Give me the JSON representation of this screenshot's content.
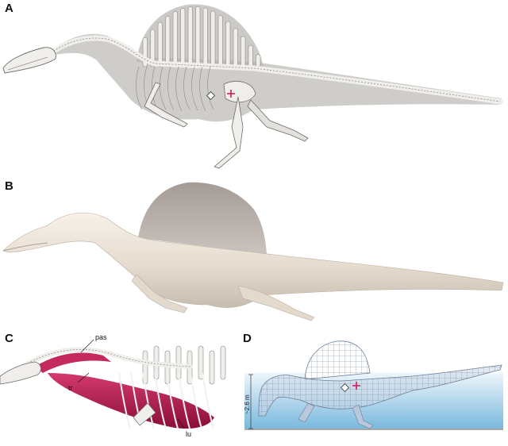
{
  "panels": {
    "a": {
      "letter": "A"
    },
    "b": {
      "letter": "B"
    },
    "c": {
      "letter": "C",
      "labels": {
        "pas": "pas",
        "tr": "tr",
        "lu": "lu"
      }
    },
    "d": {
      "letter": "D",
      "scale": "~2.6 m"
    }
  },
  "colors": {
    "bone": "#e9e8e4",
    "bone_outline": "#8f8c86",
    "body_shadow": "#9c9893",
    "flesh": "#ece4da",
    "sail_flesh": "#b9b1ab",
    "muscle": "#b8174f",
    "water_top": "#eef6fb",
    "water_bottom": "#79b8dd",
    "marker": "#d01f5a"
  }
}
